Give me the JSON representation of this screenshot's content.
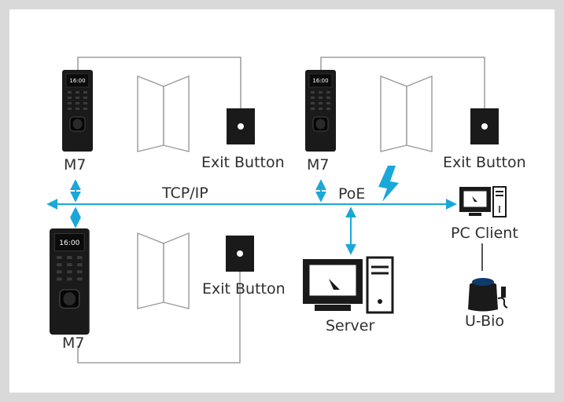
{
  "colors": {
    "network": "#19a8d8",
    "device_body": "#1a1a1a",
    "frame": "#d9d9d9",
    "text": "#2f2f2f",
    "door_stroke": "#9a9a9a"
  },
  "devices": [
    {
      "id": "m7-top-left",
      "label": "M7",
      "screen_time": "16:00",
      "icon": "m7-terminal-icon"
    },
    {
      "id": "m7-top-right",
      "label": "M7",
      "screen_time": "16:00",
      "icon": "m7-terminal-icon"
    },
    {
      "id": "m7-bottom-left",
      "label": "M7",
      "screen_time": "16:00",
      "icon": "m7-terminal-icon"
    }
  ],
  "exit_buttons": [
    {
      "label": "Exit Button",
      "icon": "exit-button-icon"
    },
    {
      "label": "Exit Button",
      "icon": "exit-button-icon"
    },
    {
      "label": "Exit Button",
      "icon": "exit-button-icon"
    }
  ],
  "network": {
    "tcpip_label": "TCP/IP",
    "poe_label": "PoE"
  },
  "pc_client": {
    "label": "PC Client",
    "icon": "pc-client-icon"
  },
  "server": {
    "label": "Server",
    "icon": "server-icon"
  },
  "ubio": {
    "label": "U-Bio",
    "icon": "fingerprint-reader-icon"
  }
}
